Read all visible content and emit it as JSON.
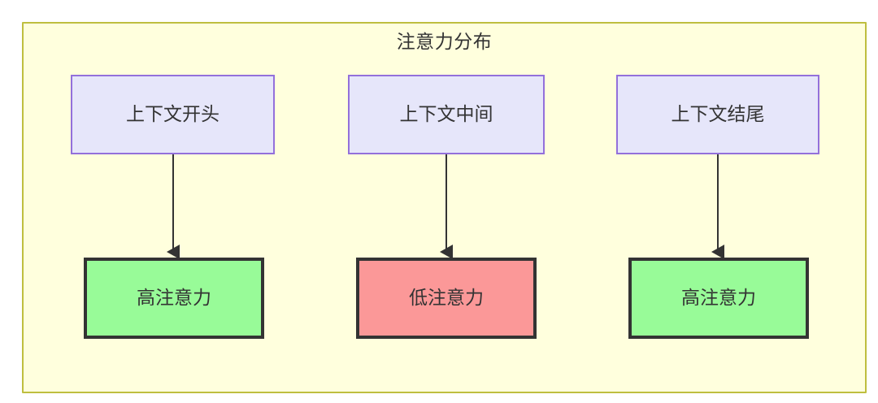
{
  "diagram": {
    "title": "注意力分布",
    "background_color": "#ffffff",
    "frame": {
      "fill": "#ffffdd",
      "stroke": "#bfbf3f"
    },
    "colors": {
      "context_fill": "#e6e6fa",
      "context_stroke": "#9370db",
      "high_attention_fill": "#98fb98",
      "low_attention_fill": "#fb9898",
      "attention_stroke": "#333333",
      "edge_stroke": "#333333",
      "text": "#333333"
    },
    "nodes": {
      "context": [
        {
          "id": "context-start",
          "label": "上下文开头"
        },
        {
          "id": "context-middle",
          "label": "上下文中间"
        },
        {
          "id": "context-end",
          "label": "上下文结尾"
        }
      ],
      "attention": [
        {
          "id": "attention-high-start",
          "label": "高注意力",
          "level": "high"
        },
        {
          "id": "attention-low-middle",
          "label": "低注意力",
          "level": "low"
        },
        {
          "id": "attention-high-end",
          "label": "高注意力",
          "level": "high"
        }
      ]
    },
    "edges": [
      {
        "from": "context-start",
        "to": "attention-high-start"
      },
      {
        "from": "context-middle",
        "to": "attention-low-middle"
      },
      {
        "from": "context-end",
        "to": "attention-high-end"
      }
    ]
  }
}
